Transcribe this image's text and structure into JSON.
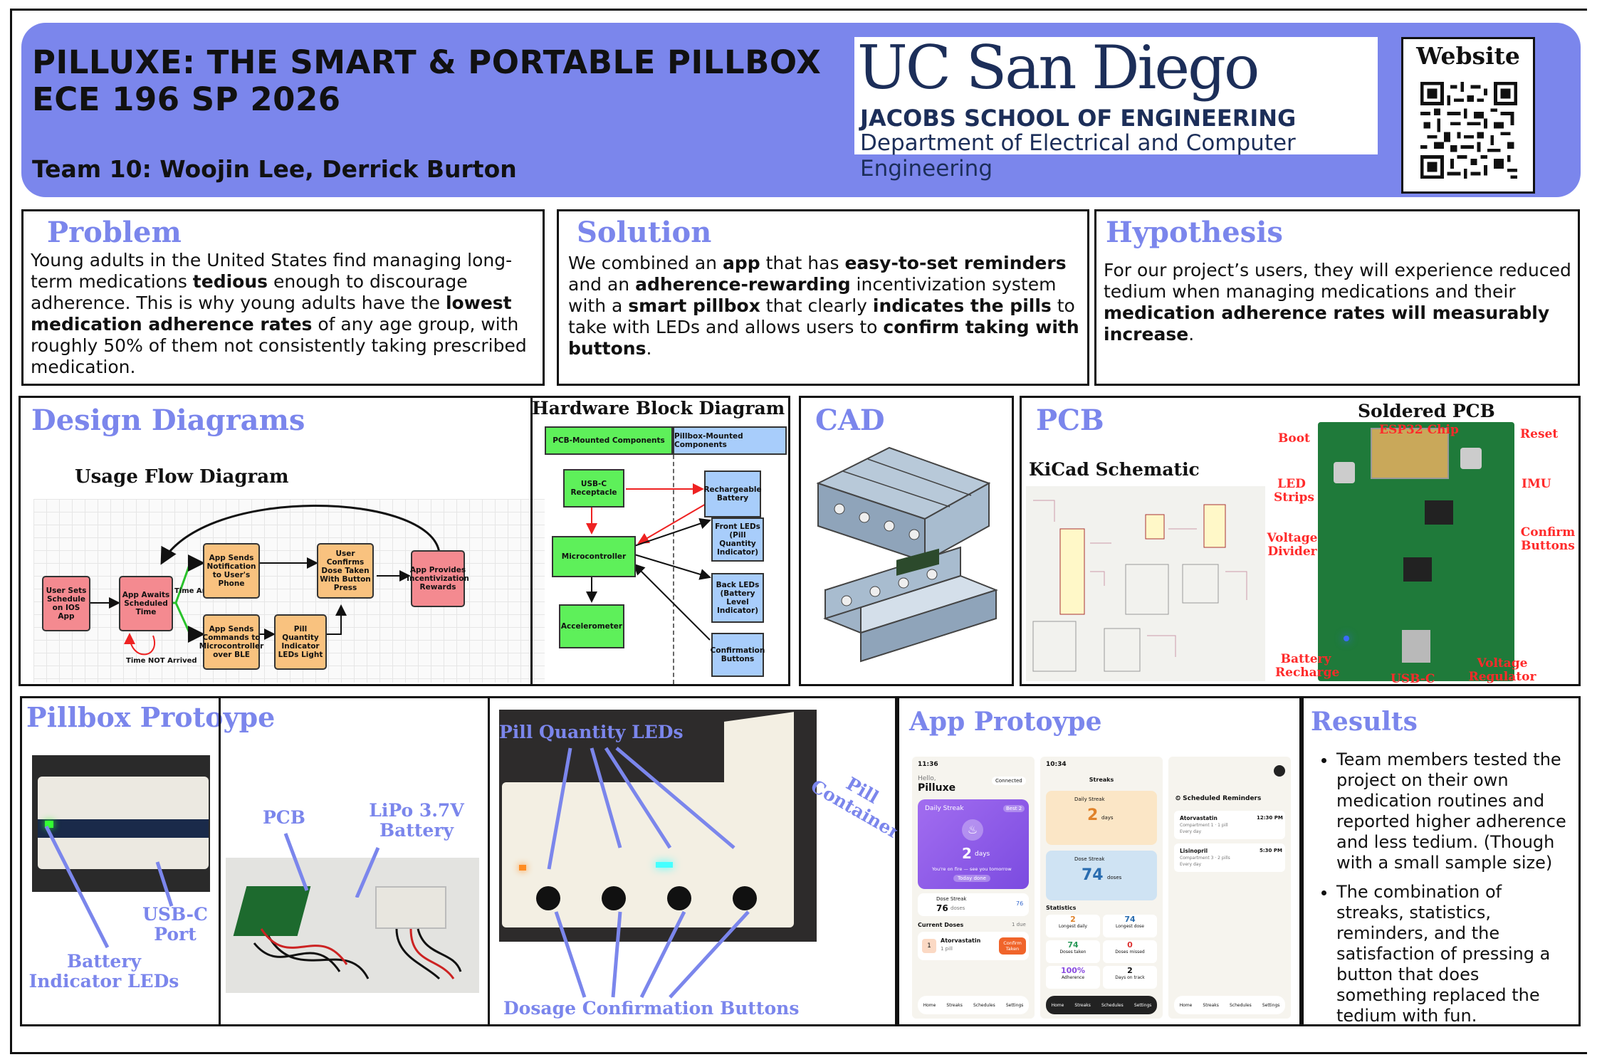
{
  "header": {
    "title_line1": "PILLUXE: THE SMART & PORTABLE PILLBOX",
    "title_line2": "ECE 196 SP 2026",
    "team": "Team 10: Woojin Lee, Derrick Burton",
    "logo_name": "UC San Diego",
    "logo_school": "JACOBS SCHOOL OF ENGINEERING",
    "logo_dept": "Department of Electrical and Computer Engineering",
    "website_label": "Website",
    "accent_color": "#7b86ec"
  },
  "problem": {
    "heading": "Problem",
    "p1": "Young adults in the United States find managing long-term medications ",
    "b1": "tedious",
    "p2": " enough to discourage adherence. This is why young adults have the ",
    "b2": "lowest medication adherence rates",
    "p3": " of any age group, with roughly 50% of them not consistently taking prescribed medication."
  },
  "solution": {
    "heading": "Solution",
    "p1": "We combined an ",
    "b1": "app",
    "p2": " that has ",
    "b2": "easy-to-set reminders",
    "p3": " and an ",
    "b3": "adherence-rewarding",
    "p4": " incentivization system with a ",
    "b4": "smart pillbox",
    "p5": " that clearly ",
    "b5": "indicates the pills",
    "p6": " to take with LEDs and allows users to ",
    "b6": "confirm taking with buttons",
    "p7": "."
  },
  "hypothesis": {
    "heading": "Hypothesis",
    "p1": "For our project’s users, they will experience reduced tedium when managing medications and their ",
    "b1": "medication adherence rates will measurably increase",
    "p2": "."
  },
  "design": {
    "heading": "Design Diagrams",
    "usage_title": "Usage Flow Diagram",
    "flow": {
      "n1": "User Sets Schedule on IOS App",
      "n2": "App Awaits Scheduled Time",
      "n3": "App Sends Notification to User's Phone",
      "n4": "App Sends Commands to Microcontroller over BLE",
      "n5": "Pill Quantity Indicator LEDs Light",
      "n6": "User Confirms Dose Taken With Button Press",
      "n7": "App Provides Incentivization Rewards",
      "time_arrived": "Time Arrived",
      "time_not_arrived": "Time NOT Arrived"
    },
    "hw_title": "Hardware Block Diagram",
    "hw": {
      "col1": "PCB-Mounted Components",
      "col2": "Pillbox-Mounted Components",
      "usbc": "USB-C Receptacle",
      "mcu": "Microcontroller",
      "accel": "Accelerometer",
      "battery": "Rechargeable Battery",
      "front_leds": "Front LEDs (Pill Quantity Indicator)",
      "back_leds": "Back LEDs (Battery Level Indicator)",
      "buttons": "Confirmation Buttons"
    }
  },
  "cad": {
    "heading": "CAD"
  },
  "pcb": {
    "heading": "PCB",
    "kicad_title": "KiCad Schematic",
    "soldered_title": "Soldered PCB",
    "labels": {
      "esp": "ESP32 Chip",
      "boot": "Boot",
      "reset": "Reset",
      "led": "LED Strips",
      "imu": "IMU",
      "vdiv": "Voltage Divider",
      "confirm": "Confirm Buttons",
      "batt": "Battery Recharge",
      "usbc": "USB-C",
      "vreg": "Voltage Regulator"
    }
  },
  "pillbox": {
    "heading": "Pillbox Protoype",
    "usbc_port": "USB-C Port",
    "battery_leds": "Battery Indicator LEDs",
    "pcb": "PCB",
    "lipo": "LiPo 3.7V Battery",
    "pill_qty": "Pill Quantity LEDs",
    "pill_container": "Pill Container",
    "dosage_buttons": "Dosage Confirmation Buttons"
  },
  "app": {
    "heading": "App Protoype",
    "screen1": {
      "time": "11:36",
      "greeting": "Hello,",
      "appname": "Pilluxe",
      "status": "Connected",
      "streak_label": "Daily Streak",
      "streak_best": "Best 2",
      "streak_value": "2",
      "streak_unit": "days",
      "streak_msg": "You're on fire — see you tomorrow",
      "today_done": "Today done",
      "dose_label": "Dose Streak",
      "dose_value": "76",
      "dose_unit": "doses",
      "dose_best": "76",
      "current": "Current Doses",
      "current_count": "1 due",
      "med": "Atorvastatin",
      "med_sub": "1 pill",
      "confirm": "Confirm Taken"
    },
    "screen2": {
      "time": "10:34",
      "title": "Streaks",
      "daily": "Daily Streak",
      "daily_val": "2",
      "daily_unit": "days",
      "dose": "Dose Streak",
      "dose_val": "74",
      "dose_unit": "doses",
      "stats": "Statistics",
      "s1": "2",
      "s1l": "Longest daily",
      "s2": "74",
      "s2l": "Longest dose",
      "s3": "74",
      "s3l": "Doses taken",
      "s4": "0",
      "s4l": "Doses missed",
      "s5": "100%",
      "s5l": "Adherence",
      "s6": "2",
      "s6l": "Days on track"
    },
    "screen3": {
      "title": "Scheduled Reminders",
      "r1": "Atorvastatin",
      "r1s": "Compartment 1 · 1 pill",
      "r1f": "Every day",
      "r1t": "12:30 PM",
      "r2": "Lisinopril",
      "r2s": "Compartment 3 · 2 pills",
      "r2f": "Every day",
      "r2t": "5:30 PM"
    },
    "nav": [
      "Home",
      "Streaks",
      "Schedules",
      "Settings"
    ]
  },
  "results": {
    "heading": "Results",
    "items": [
      "Team members tested the project on their own medication routines and reported higher adherence and less tedium. (Though with a small sample size)",
      "The combination of streaks, statistics, reminders, and the satisfaction of pressing a button that does something replaced the tedium with fun."
    ]
  }
}
